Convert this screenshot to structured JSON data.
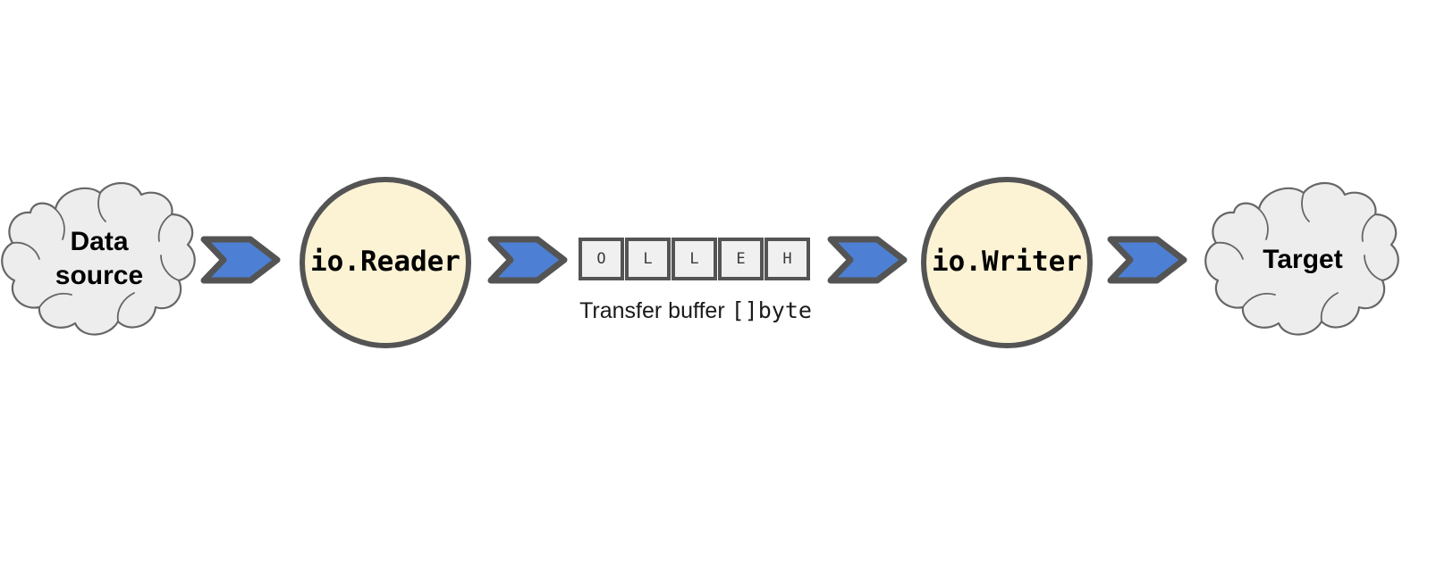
{
  "diagram": {
    "title": "io.Reader to io.Writer data transfer",
    "background_color": "#ffffff",
    "colors": {
      "cloud_fill": "#ededed",
      "cloud_stroke": "#666666",
      "circle_fill": "#fcf3d4",
      "circle_stroke": "#545454",
      "arrow_fill": "#4d80d4",
      "arrow_stroke": "#545454",
      "buffer_cell_fill": "#f0f0f0",
      "buffer_cell_stroke": "#545454",
      "text_color": "#000000"
    }
  },
  "nodes": {
    "data_source": {
      "label": "Data\nsource",
      "shape": "cloud-icon"
    },
    "reader": {
      "label": "io.Reader",
      "shape": "circle-icon"
    },
    "writer": {
      "label": "io.Writer",
      "shape": "circle-icon"
    },
    "target": {
      "label": "Target",
      "shape": "cloud-icon"
    }
  },
  "arrows": [
    {
      "name": "arrow-source-to-reader",
      "shape": "chevron-arrow-icon"
    },
    {
      "name": "arrow-reader-to-buffer",
      "shape": "chevron-arrow-icon"
    },
    {
      "name": "arrow-buffer-to-writer",
      "shape": "chevron-arrow-icon"
    },
    {
      "name": "arrow-writer-to-target",
      "shape": "chevron-arrow-icon"
    }
  ],
  "buffer": {
    "caption_text": "Transfer buffer ",
    "caption_type": "[]byte",
    "cells": [
      {
        "value": "O"
      },
      {
        "value": "L"
      },
      {
        "value": "L"
      },
      {
        "value": "E"
      },
      {
        "value": "H"
      }
    ]
  }
}
